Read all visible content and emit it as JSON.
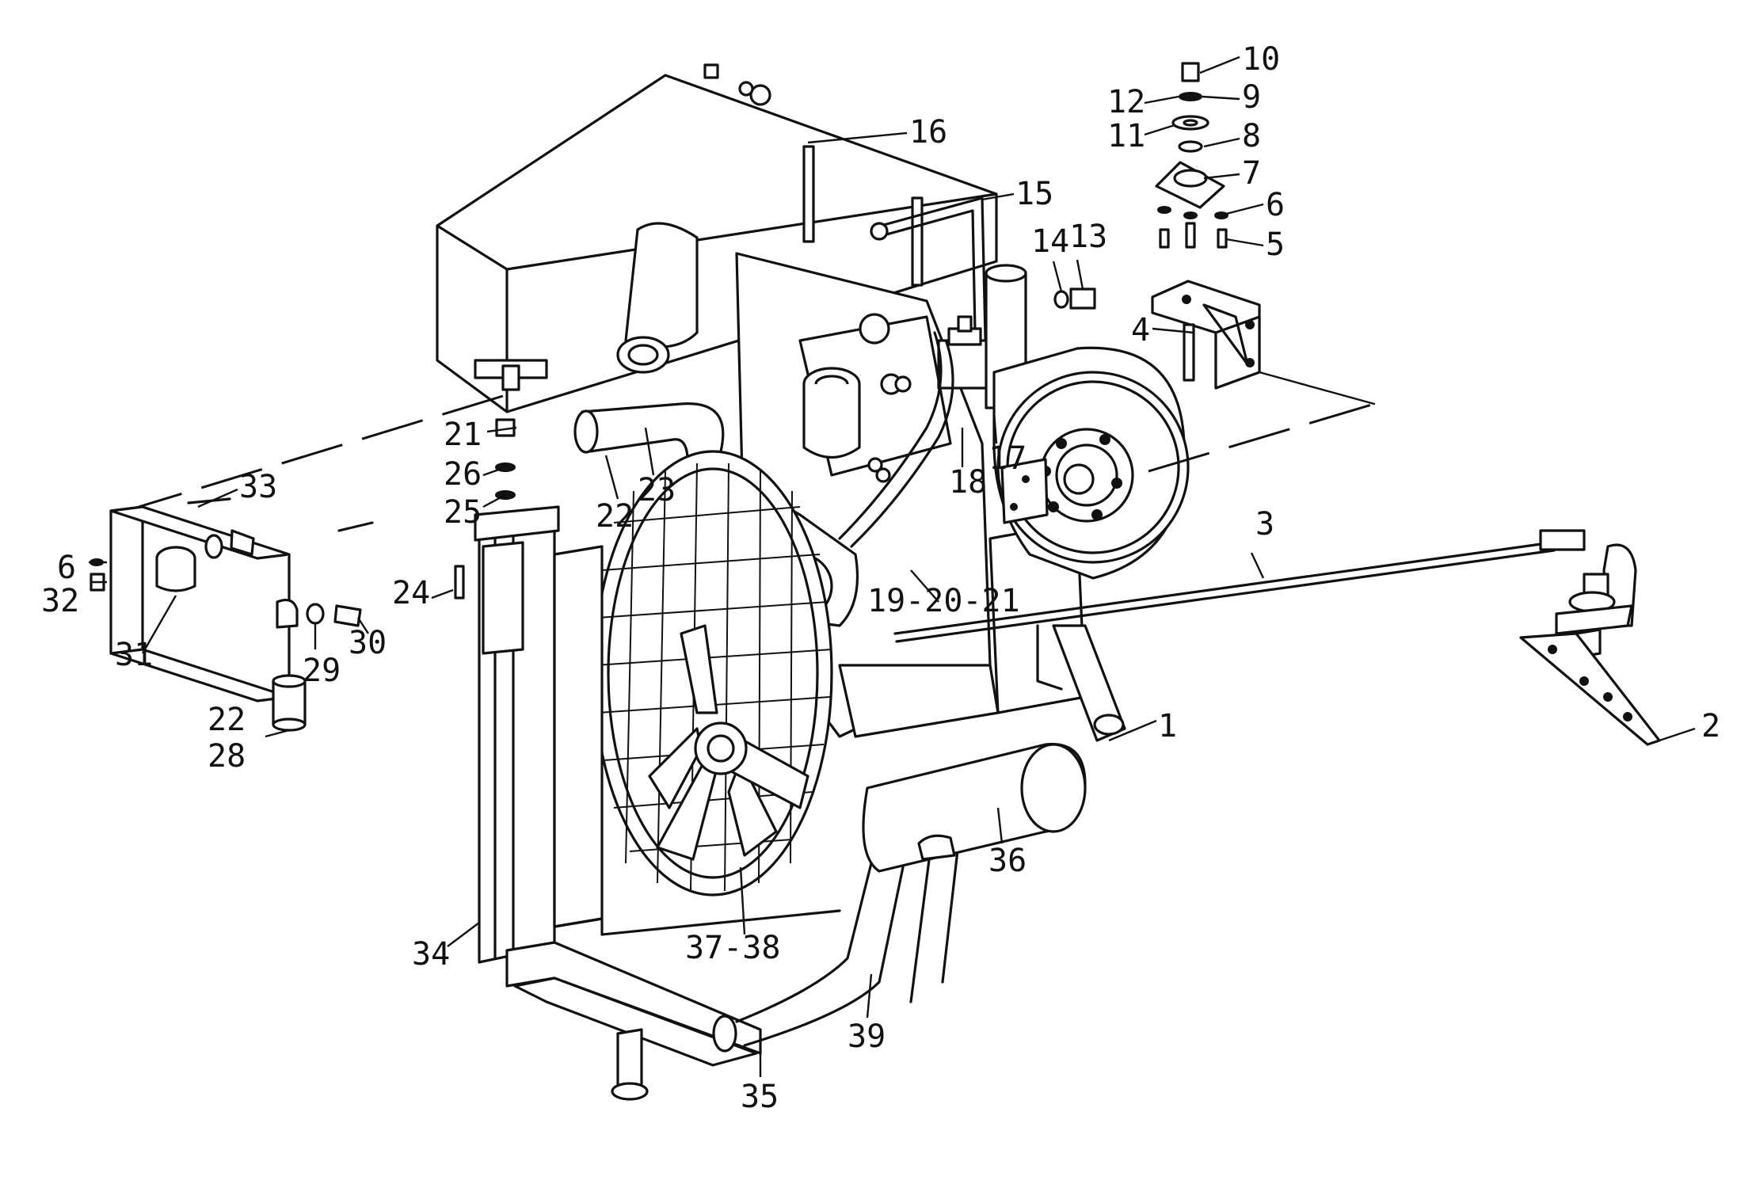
{
  "labels": [
    {
      "id": "p10",
      "text": "10"
    },
    {
      "id": "p12",
      "text": "12"
    },
    {
      "id": "p9",
      "text": "9"
    },
    {
      "id": "p11",
      "text": "11"
    },
    {
      "id": "p8",
      "text": "8"
    },
    {
      "id": "p7",
      "text": "7"
    },
    {
      "id": "p6a",
      "text": "6"
    },
    {
      "id": "p5",
      "text": "5"
    },
    {
      "id": "p16",
      "text": "16"
    },
    {
      "id": "p15",
      "text": "15"
    },
    {
      "id": "p14",
      "text": "14"
    },
    {
      "id": "p13",
      "text": "13"
    },
    {
      "id": "p4",
      "text": "4"
    },
    {
      "id": "p17",
      "text": "17"
    },
    {
      "id": "p18",
      "text": "18"
    },
    {
      "id": "p21",
      "text": "21"
    },
    {
      "id": "p26",
      "text": "26"
    },
    {
      "id": "p25",
      "text": "25"
    },
    {
      "id": "p22a",
      "text": "22"
    },
    {
      "id": "p23",
      "text": "23"
    },
    {
      "id": "p33",
      "text": "33"
    },
    {
      "id": "p6b",
      "text": "6"
    },
    {
      "id": "p32",
      "text": "32"
    },
    {
      "id": "p31",
      "text": "31"
    },
    {
      "id": "p29",
      "text": "29"
    },
    {
      "id": "p30",
      "text": "30"
    },
    {
      "id": "p24",
      "text": "24"
    },
    {
      "id": "p22b",
      "text": "22"
    },
    {
      "id": "p28",
      "text": "28"
    },
    {
      "id": "p19",
      "text": "19-20-21"
    },
    {
      "id": "p3",
      "text": "3"
    },
    {
      "id": "p1",
      "text": "1"
    },
    {
      "id": "p2",
      "text": "2"
    },
    {
      "id": "p39",
      "text": "39"
    },
    {
      "id": "p34",
      "text": "34"
    },
    {
      "id": "p37",
      "text": "37-38"
    },
    {
      "id": "p36",
      "text": "36"
    },
    {
      "id": "p35",
      "text": "35"
    }
  ]
}
